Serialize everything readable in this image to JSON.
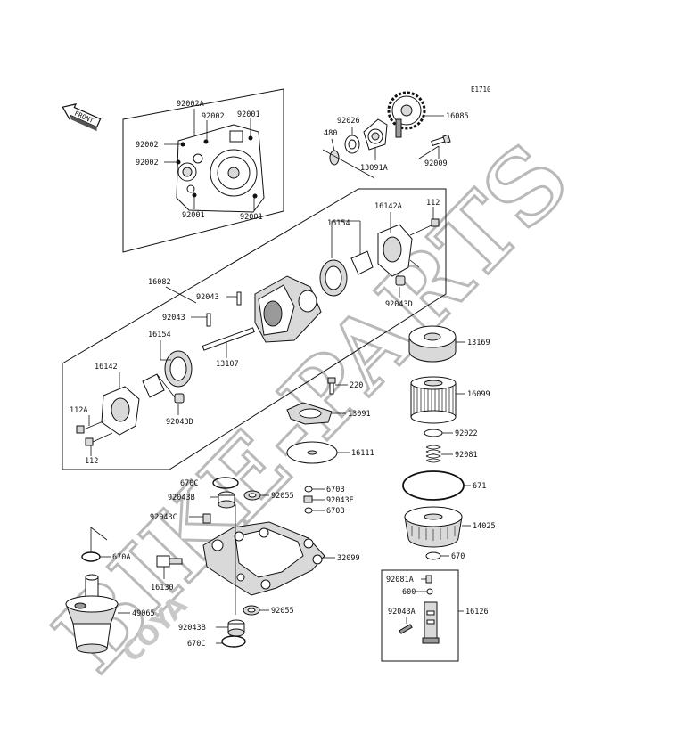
{
  "diagram_code": "E1710",
  "front_label": "FRONT",
  "watermark": {
    "main": "BIKE-PARTS",
    "sub": "COYA"
  },
  "labels": {
    "l_92002A": "92002A",
    "l_92002_top": "92002",
    "l_92001_top": "92001",
    "l_92002_mid": "92002",
    "l_92002_low": "92002",
    "l_92001_bl": "92001",
    "l_92001_br": "92001",
    "l_92026": "92026",
    "l_480": "480",
    "l_13091A": "13091A",
    "l_16085": "16085",
    "l_92009": "92009",
    "l_16142A": "16142A",
    "l_112_top": "112",
    "l_16154_top": "16154",
    "l_16082": "16082",
    "l_92043_a": "92043",
    "l_92043_b": "92043",
    "l_92043D_top": "92043D",
    "l_16154_left": "16154",
    "l_16142": "16142",
    "l_13107": "13107",
    "l_92043D_low": "92043D",
    "l_112A": "112A",
    "l_112_low": "112",
    "l_13169": "13169",
    "l_16099": "16099",
    "l_220": "220",
    "l_13091": "13091",
    "l_92022": "92022",
    "l_92081": "92081",
    "l_16111": "16111",
    "l_671": "671",
    "l_670C_top": "670C",
    "l_92043B_top": "92043B",
    "l_92055_top": "92055",
    "l_670B_a": "670B",
    "l_92043E": "92043E",
    "l_670B_b": "670B",
    "l_14025": "14025",
    "l_92043C": "92043C",
    "l_670": "670",
    "l_670A": "670A",
    "l_32099": "32099",
    "l_16130": "16130",
    "l_92081A": "92081A",
    "l_600": "600",
    "l_92043A": "92043A",
    "l_16126": "16126",
    "l_49065": "49065",
    "l_92055_low": "92055",
    "l_92043B_low": "92043B",
    "l_670C_low": "670C"
  }
}
